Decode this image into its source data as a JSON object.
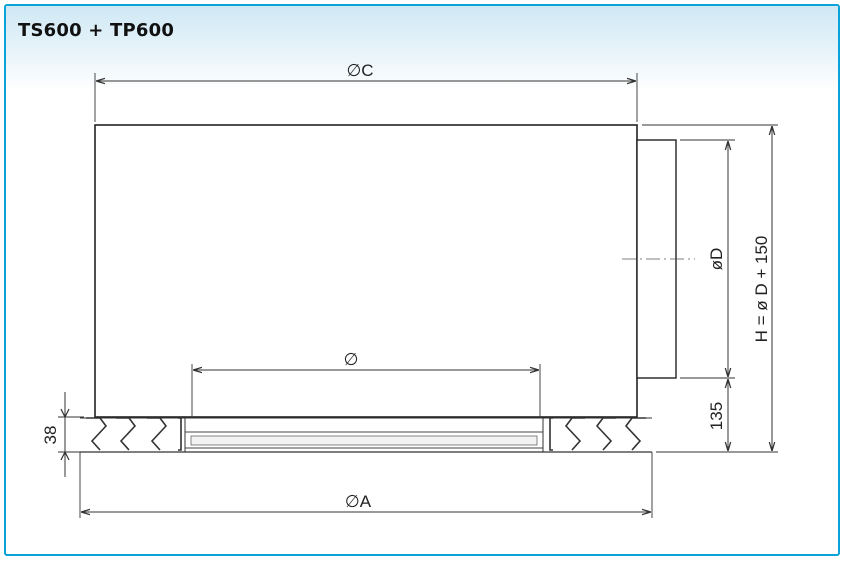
{
  "title": "TS600 + TP600",
  "labels": {
    "dia_c": "∅C",
    "dia_inner": "∅",
    "dia_a": "∅A",
    "dia_d": "øD",
    "height_total": "H = ø D + 150",
    "height_135": "135",
    "height_38": "38"
  },
  "colors": {
    "frame": "#0aa3d9",
    "header_top": "#cfe8f4",
    "line": "#333333"
  }
}
